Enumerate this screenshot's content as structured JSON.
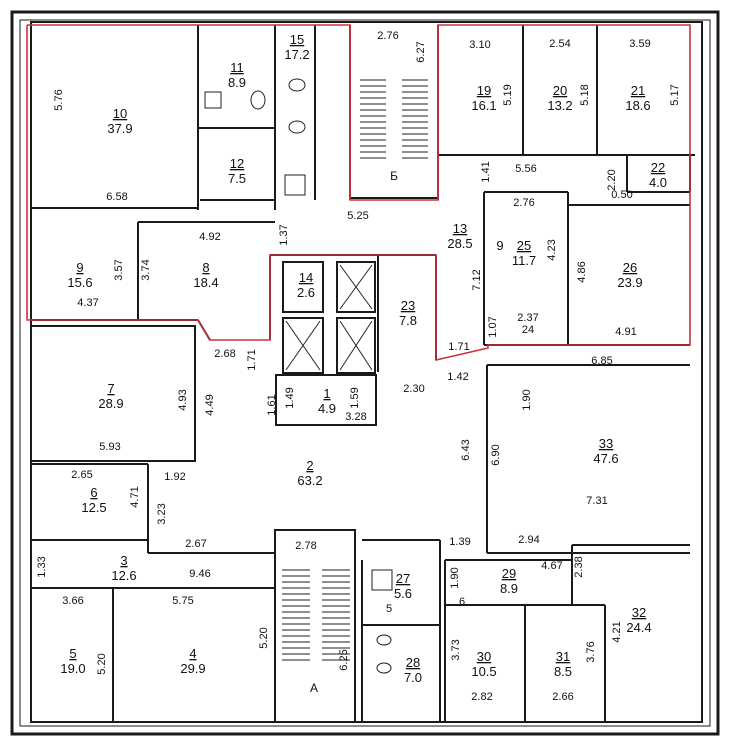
{
  "rooms": [
    {
      "no": "10",
      "area": "37.9"
    },
    {
      "no": "11",
      "area": "8.9"
    },
    {
      "no": "15",
      "area": "17.2"
    },
    {
      "no": "12",
      "area": "7.5"
    },
    {
      "no": "19",
      "area": "16.1"
    },
    {
      "no": "20",
      "area": "13.2"
    },
    {
      "no": "21",
      "area": "18.6"
    },
    {
      "no": "22",
      "area": "4.0"
    },
    {
      "no": "9",
      "area": "15.6"
    },
    {
      "no": "8",
      "area": "18.4"
    },
    {
      "no": "13",
      "area": "28.5"
    },
    {
      "no": "25",
      "area": "11.7"
    },
    {
      "no": "26",
      "area": "23.9"
    },
    {
      "no": "14",
      "area": "2.6"
    },
    {
      "no": "23",
      "area": "7.8"
    },
    {
      "no": "7",
      "area": "28.9"
    },
    {
      "no": "1",
      "area": "4.9"
    },
    {
      "no": "33",
      "area": "47.6"
    },
    {
      "no": "2",
      "area": "63.2"
    },
    {
      "no": "6",
      "area": "12.5"
    },
    {
      "no": "3",
      "area": "12.6"
    },
    {
      "no": "27",
      "area": "5.6"
    },
    {
      "no": "29",
      "area": "8.9"
    },
    {
      "no": "32",
      "area": "24.4"
    },
    {
      "no": "5",
      "area": "19.0"
    },
    {
      "no": "4",
      "area": "29.9"
    },
    {
      "no": "28",
      "area": "7.0"
    },
    {
      "no": "30",
      "area": "10.5"
    },
    {
      "no": "31",
      "area": "8.5"
    }
  ],
  "dims": [
    "5.76",
    "6.58",
    "2.76",
    "6.27",
    "3.10",
    "5.19",
    "2.54",
    "5.18",
    "3.59",
    "5.17",
    "1.41",
    "5.56",
    "2.20",
    "0.50",
    "5.25",
    "1.37",
    "4.92",
    "3.57",
    "3.74",
    "4.37",
    "2.76",
    "4.23",
    "7.12",
    "4.86",
    "1.07",
    "2.37",
    "24",
    "4.91",
    "2.68",
    "1.71",
    "1.71",
    "1.42",
    "6.85",
    "1.90",
    "4.93",
    "4.49",
    "1.61",
    "1.49",
    "1.59",
    "2.30",
    "3.28",
    "5.93",
    "6.43",
    "6.90",
    "7.31",
    "2.65",
    "1.92",
    "4.71",
    "3.23",
    "2.94",
    "2.67",
    "2.78",
    "1.39",
    "4.67",
    "2.38",
    "1.33",
    "9.46",
    "1.90",
    "3.66",
    "5.75",
    "5.20",
    "5.20",
    "6",
    "3.73",
    "3.76",
    "4.21",
    "6.25",
    "2.82",
    "2.66"
  ],
  "labels": {
    "stair_b": "Б",
    "stair_a": "А",
    "room9_extra": "9",
    "room_5_small": "5"
  },
  "colors": {
    "wall": "#1a1a1a",
    "highlight": "#c8323c"
  }
}
